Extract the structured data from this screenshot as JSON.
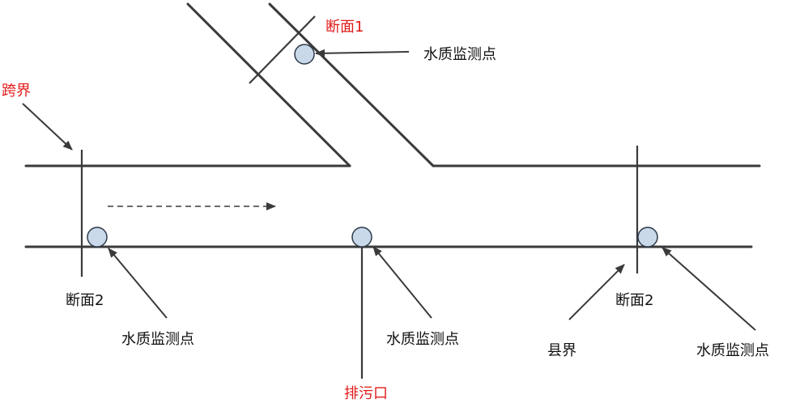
{
  "labels": {
    "section_1": "断面1",
    "cross_boundary": "跨界",
    "section_2_left": "断面2",
    "section_2_right": "断面2",
    "monitor_top": "水质监测点",
    "monitor_left": "水质监测点",
    "monitor_middle": "水质监测点",
    "monitor_right": "水质监测点",
    "county_boundary": "县界",
    "outfall": "排污口"
  },
  "colors": {
    "line": "#3a3a3a",
    "highlight_text": "#e21a1a",
    "text": "#111111",
    "point_fill": "#c9d9ea",
    "point_stroke": "#2f3b4a"
  }
}
